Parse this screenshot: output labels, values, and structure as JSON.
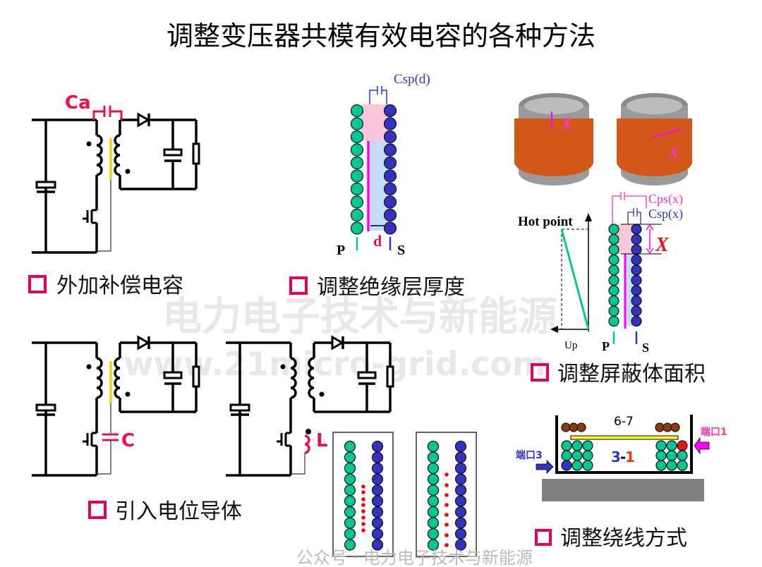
{
  "title": "调整变压器共模有效电容的各种方法",
  "methods": [
    {
      "label": "外加补偿电容",
      "component_label": "Ca"
    },
    {
      "label": "调整绝缘层厚度",
      "cap_label": "Csp(d)",
      "gap_label": "d",
      "primary_label": "P",
      "secondary_label": "S"
    },
    {
      "label": "调整屏蔽体面积",
      "x_label": "X",
      "cps_label": "Cps(x)",
      "csp_label": "Csp(x)",
      "hot_point_label": "Hot point",
      "up_label": "Up",
      "primary_label": "P",
      "secondary_label": "S"
    },
    {
      "label": "引入电位导体",
      "component_label_c": "C",
      "component_label_l": "L"
    },
    {
      "label": "调整绕线方式",
      "layer_label": "6-7",
      "winding_label_a": "3",
      "winding_sep": "-",
      "winding_label_b": "1",
      "port1_label": "端口1",
      "port3_label": "端口3"
    }
  ],
  "watermark": {
    "line1": "电力电子技术与新能源",
    "line2": "www.21micro-grid.com",
    "footer": "公众号 · 电力电子技术与新能源"
  },
  "colors": {
    "primary_winding": "#00c890",
    "secondary_winding": "#3333c0",
    "accent_red": "#ee1144",
    "shield": "#ff00ff",
    "core_yellow": "#ffcc00",
    "copper": "#d2581a",
    "bullet": "#e6005c"
  }
}
